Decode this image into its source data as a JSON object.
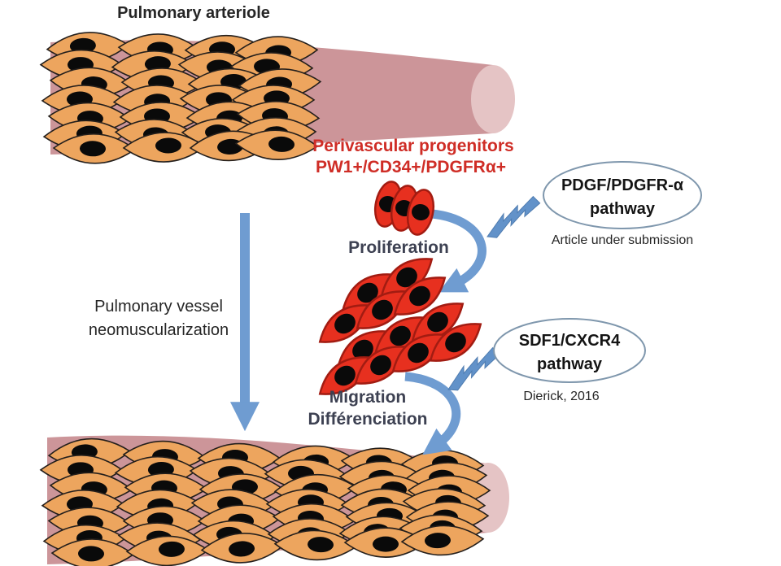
{
  "title": "Pulmonary arteriole",
  "labels": {
    "progenitors_line1": "Perivascular progenitors",
    "progenitors_line2": "PW1+/CD34+/PDGFRα+",
    "proliferation": "Proliferation",
    "migration_line1": "Migration",
    "migration_line2": "Différenciation",
    "neomuscularization_line1": "Pulmonary vessel",
    "neomuscularization_line2": "neomuscularization"
  },
  "pathways": [
    {
      "line1": "PDGF/PDGFR-α",
      "line2": "pathway",
      "reference": "Article under submission"
    },
    {
      "line1": "SDF1/CXCR4",
      "line2": "pathway",
      "reference": "Dierick, 2016"
    }
  ],
  "colors": {
    "red_label": "#cf2d26",
    "progenitor_cell_fill": "#e7301f",
    "progenitor_cell_border": "#a21c12",
    "muscle_cell_fill": "#eda55e",
    "muscle_cell_border": "#241f1c",
    "nucleus": "#0a0a0a",
    "vessel_wall": "#cc9599",
    "vessel_lumen_cap": "#e5c4c5",
    "arrow_blue": "#6f9cd1",
    "bolt_blue": "#6292c9",
    "pathway_ellipse_border": "#7f97ad",
    "dark_label": "#3d4152",
    "text": "#262626"
  }
}
